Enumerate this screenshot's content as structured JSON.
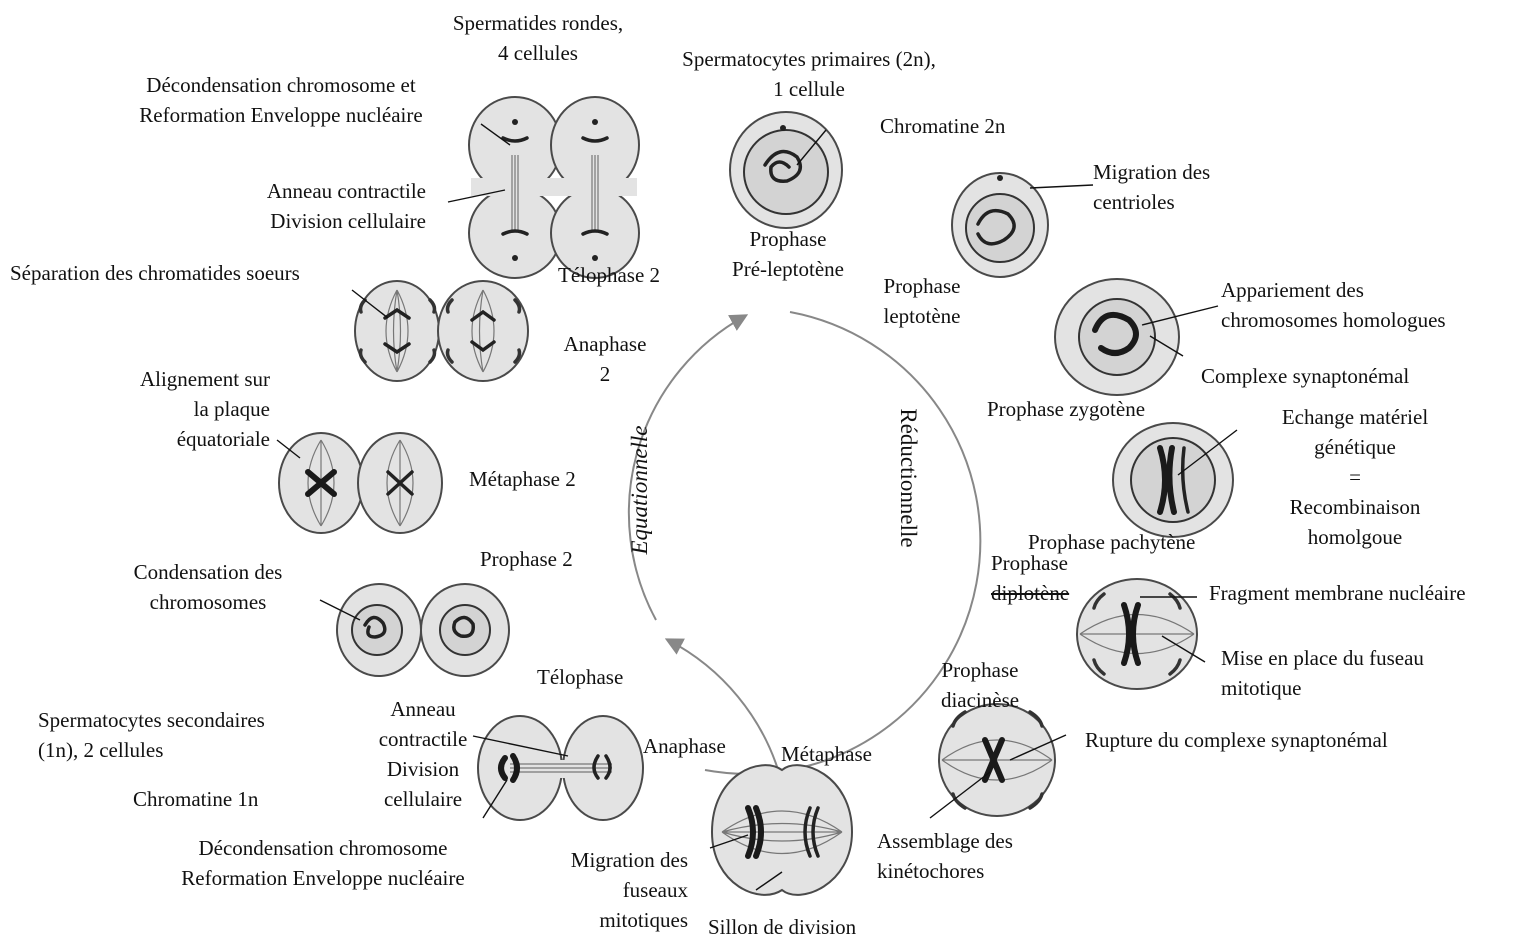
{
  "cycle": {
    "left_arc_label": "Equationnelle",
    "right_arc_label": "Réductionnelle"
  },
  "labels": {
    "spermatides": [
      "Spermatides rondes,",
      "4 cellules"
    ],
    "spermatocytes_primaires": [
      "Spermatocytes primaires (2n),",
      "1 cellule"
    ],
    "chromatine_2n": "Chromatine 2n",
    "decondensation_top": [
      "Décondensation chromosome et",
      "Reformation Enveloppe nucléaire"
    ],
    "anneau_top": [
      "Anneau contractile",
      "Division cellulaire"
    ],
    "prophase_preleptotene": [
      "Prophase",
      "Pré-leptotène"
    ],
    "migration_centrioles": [
      "Migration des",
      "centrioles"
    ],
    "separation_chromatides": "Séparation des chromatides soeurs",
    "telophase2": "Télophase 2",
    "prophase_leptotene": [
      "Prophase",
      "leptotène"
    ],
    "appariement": [
      "Appariement des",
      "chromosomes homologues"
    ],
    "anaphase2": [
      "Anaphase",
      "2"
    ],
    "complexe_synaptonemal": "Complexe synaptonémal",
    "alignement": [
      "Alignement sur",
      "la plaque",
      "équatoriale"
    ],
    "prophase_zygotene": "Prophase zygotène",
    "echange": [
      "Echange matériel",
      "génétique",
      "=",
      "Recombinaison",
      "homolgoue"
    ],
    "metaphase2": "Métaphase 2",
    "prophase_pachytene": "Prophase pachytène",
    "prophase2": "Prophase 2",
    "prophase_diplotene": [
      "Prophase",
      "diplotène"
    ],
    "condensation": [
      "Condensation des",
      "chromosomes"
    ],
    "fragment_membrane": "Fragment membrane nucléaire",
    "mise_en_place": [
      "Mise en place du fuseau",
      "mitotique"
    ],
    "prophase_diacinese": [
      "Prophase",
      "diacinèse"
    ],
    "telophase": "Télophase",
    "spermatocytes_secondaires": [
      "Spermatocytes secondaires",
      "(1n), 2 cellules"
    ],
    "anneau_bottom": [
      "Anneau",
      "contractile",
      "Division",
      "cellulaire"
    ],
    "anaphase": "Anaphase",
    "metaphase": "Métaphase",
    "rupture": "Rupture du complexe synaptonémal",
    "chromatine_1n": "Chromatine 1n",
    "assemblage": [
      "Assemblage des",
      "kinétochores"
    ],
    "decondensation_bottom": [
      "Décondensation chromosome",
      "Reformation Enveloppe nucléaire"
    ],
    "migration_fuseaux": [
      "Migration des",
      "fuseaux",
      "mitotiques"
    ],
    "sillon": "Sillon de division"
  }
}
